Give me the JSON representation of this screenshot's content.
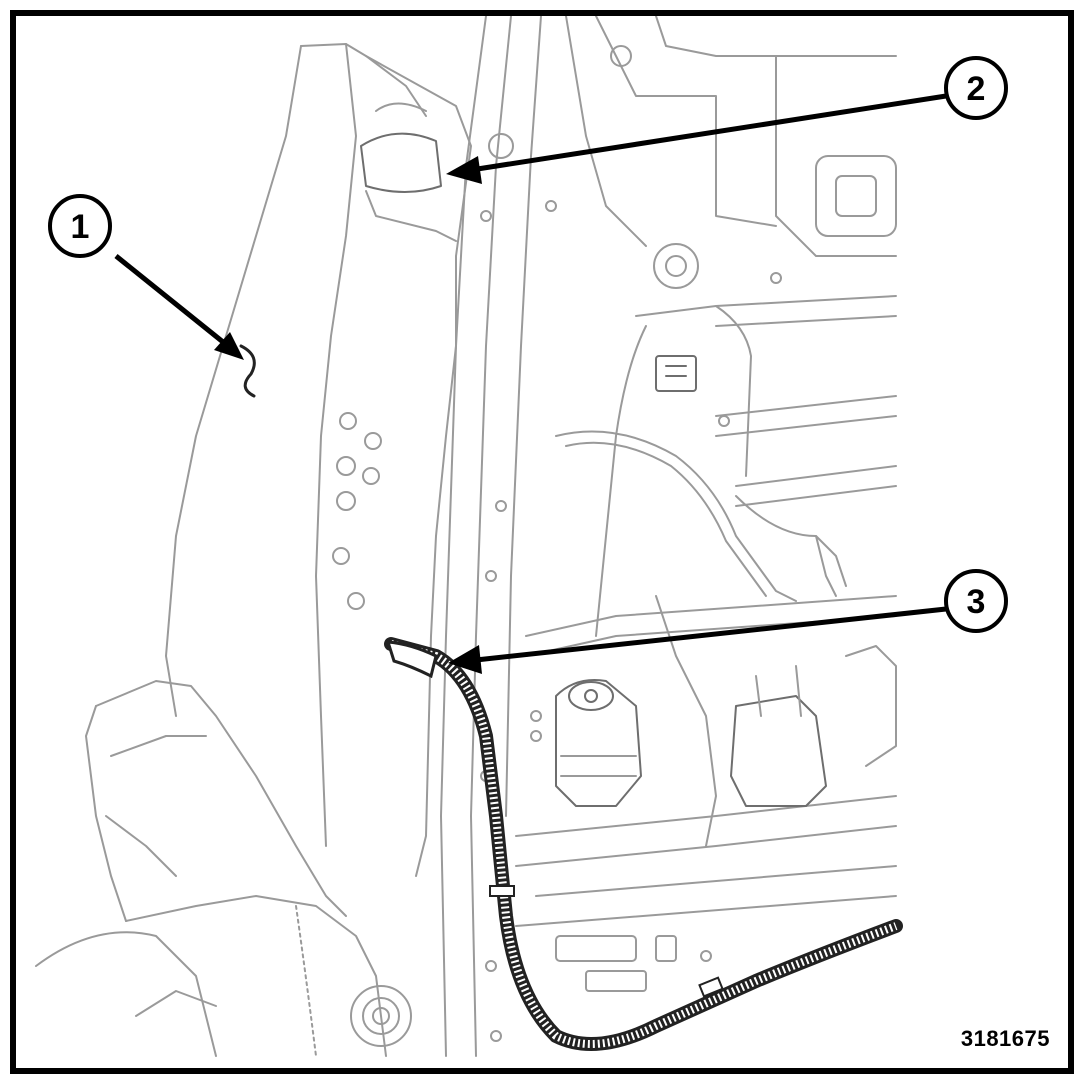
{
  "callouts": [
    {
      "id": "callout-1",
      "label": "1"
    },
    {
      "id": "callout-2",
      "label": "2"
    },
    {
      "id": "callout-3",
      "label": "3"
    }
  ],
  "figure_id": "3181675",
  "colors": {
    "line": "#9a9a9a",
    "callout": "#000000",
    "background": "#ffffff"
  }
}
